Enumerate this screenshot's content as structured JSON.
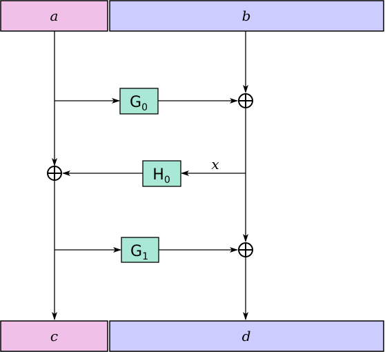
{
  "inputs": {
    "a": {
      "label": "a",
      "color": "#f0c0e8"
    },
    "b": {
      "label": "b",
      "color": "#ccccff"
    }
  },
  "outputs": {
    "c": {
      "label": "c",
      "color": "#f0c0e8"
    },
    "d": {
      "label": "d",
      "color": "#ccccff"
    }
  },
  "functions": [
    {
      "id": "g0",
      "name": "G",
      "sub": "0"
    },
    {
      "id": "h0",
      "name": "H",
      "sub": "0"
    },
    {
      "id": "g1",
      "name": "G",
      "sub": "1"
    }
  ],
  "function_color": "#a8e8d4",
  "wire_label": "x"
}
